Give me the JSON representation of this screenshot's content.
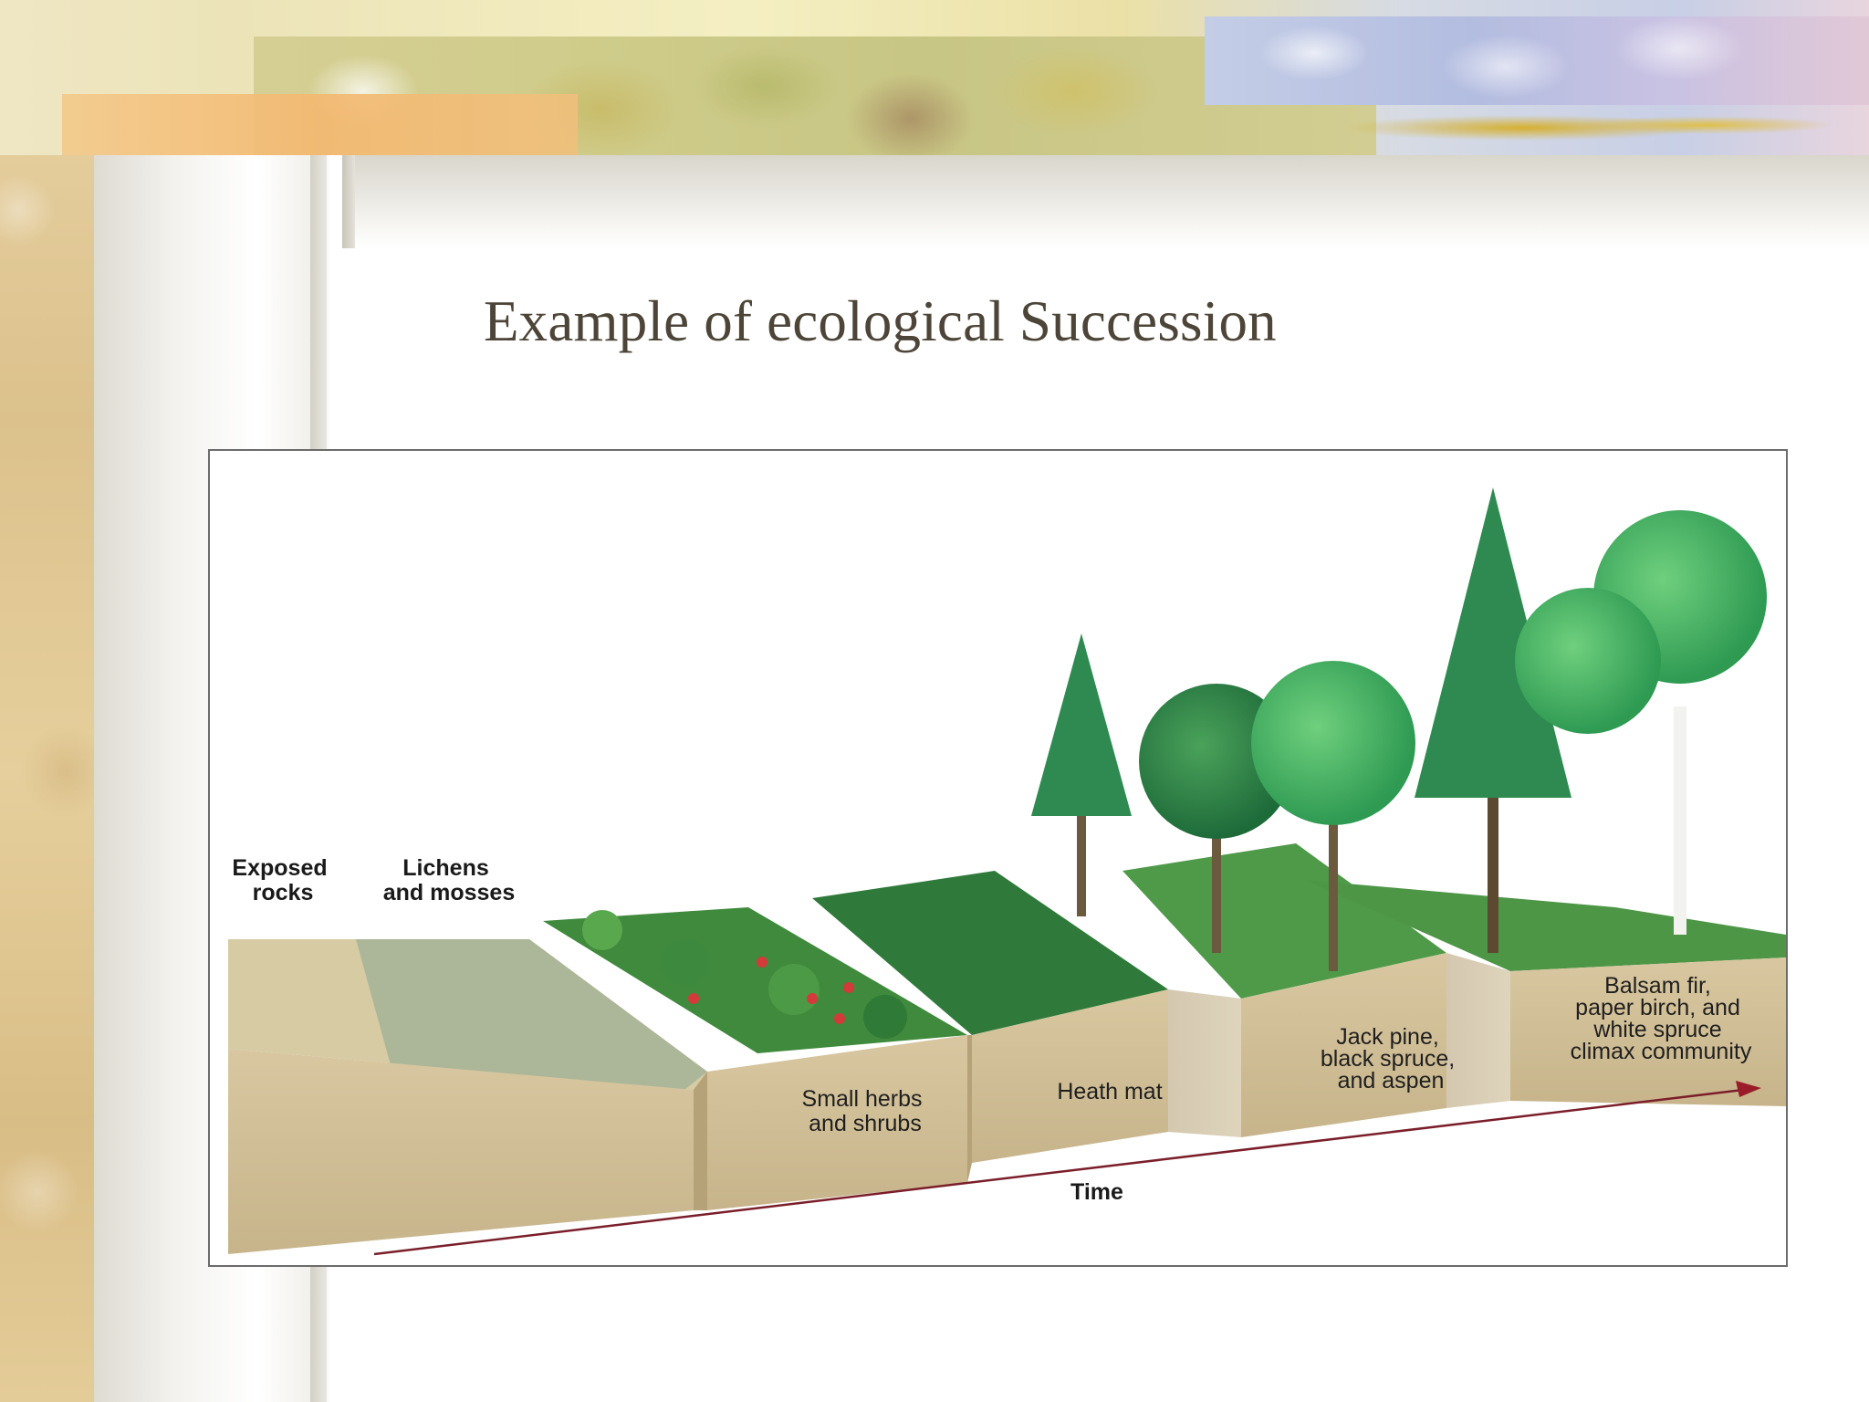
{
  "slide": {
    "title": "Example of ecological Succession"
  },
  "diagram": {
    "stages": [
      {
        "label_lines": [
          "Exposed",
          "rocks"
        ]
      },
      {
        "label_lines": [
          "Lichens",
          "and mosses"
        ]
      },
      {
        "label_lines": [
          "Small herbs",
          "and shrubs"
        ]
      },
      {
        "label_lines": [
          "Heath mat"
        ]
      },
      {
        "label_lines": [
          "Jack pine,",
          "black spruce,",
          "and aspen"
        ]
      },
      {
        "label_lines": [
          "Balsam fir,",
          "paper birch, and",
          "white spruce",
          "climax community"
        ]
      }
    ],
    "axis_label": "Time"
  },
  "colors": {
    "soil": "#d5c39c",
    "soil_shadow": "#b9a67e",
    "rock": "#d9cfa8",
    "lichen": "#a8b496",
    "grass_dark": "#2f7a3a",
    "grass": "#4e9a48",
    "conifer": "#2f8a52",
    "deciduous": "#5fbf6e",
    "berries": "#d43a3a",
    "arrow": "#7a1e2a",
    "title": "#4d4538"
  }
}
